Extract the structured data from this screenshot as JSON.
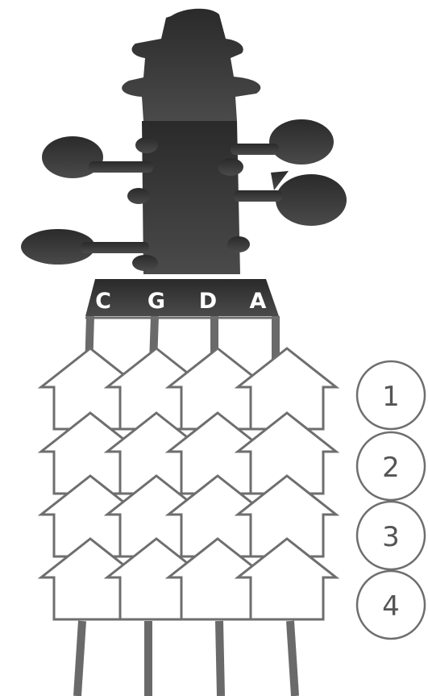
{
  "scroll": {
    "strings": [
      {
        "id": "c",
        "label": "C"
      },
      {
        "id": "g",
        "label": "G"
      },
      {
        "id": "d",
        "label": "D"
      },
      {
        "id": "a",
        "label": "A"
      }
    ]
  },
  "positions": [
    {
      "label": "1"
    },
    {
      "label": "2"
    },
    {
      "label": "3"
    },
    {
      "label": "4"
    }
  ],
  "colors": {
    "scroll_dark": "#2b2b2b",
    "scroll_light": "#4a4a4a",
    "outline": "#6e6e6e",
    "background": "#ffffff"
  }
}
